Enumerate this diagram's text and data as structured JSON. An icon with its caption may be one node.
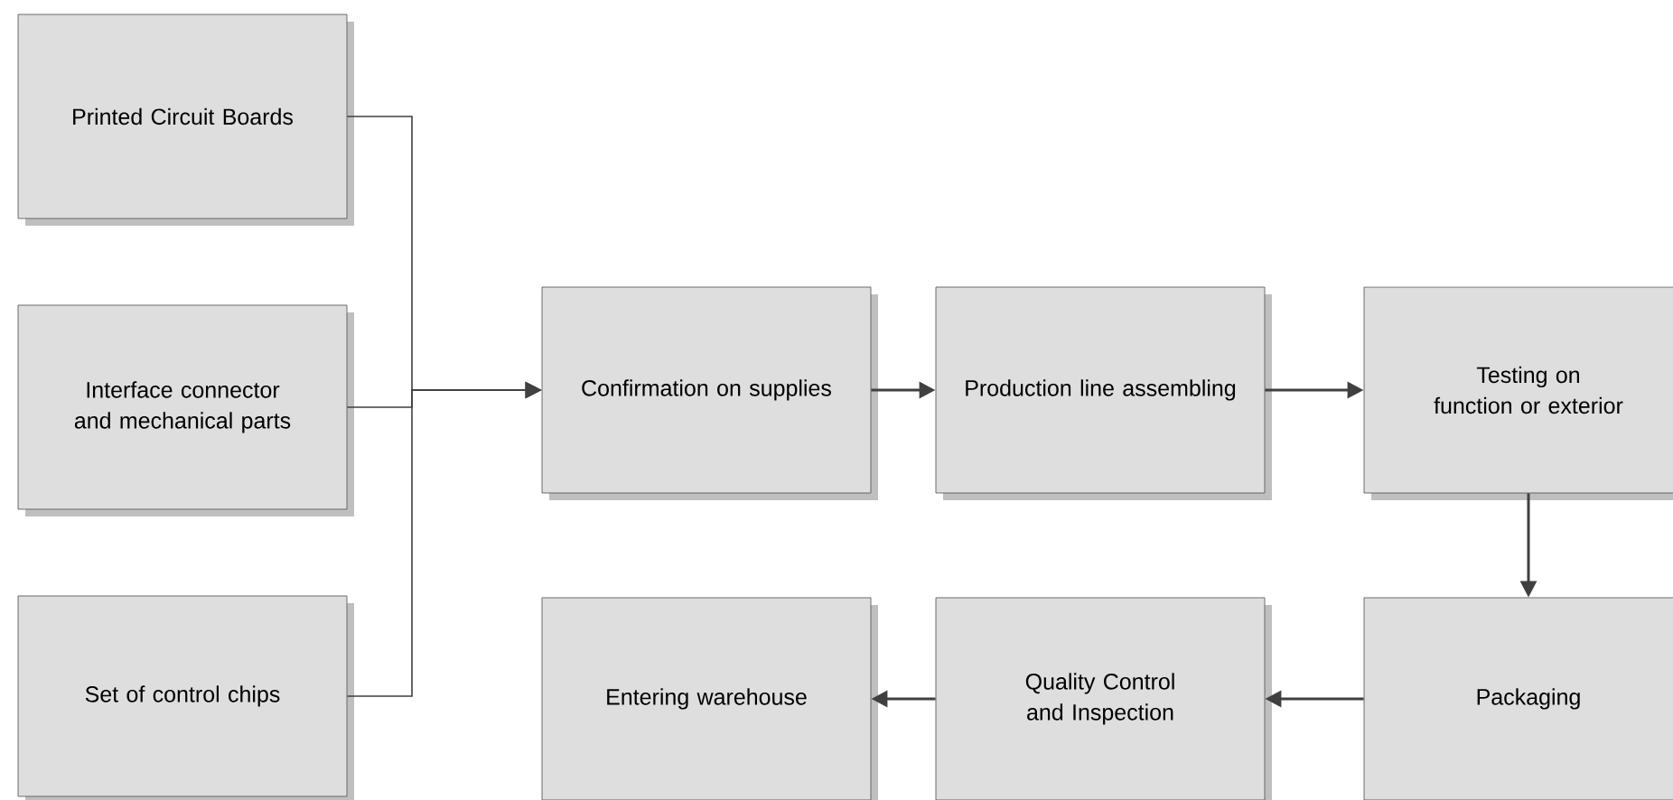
{
  "diagram": {
    "nodes": [
      {
        "text": [
          "Printed Circuit Boards"
        ]
      },
      {
        "text": [
          "Interface connector and mechanical parts"
        ]
      },
      {
        "text": [
          "Set of control chips"
        ]
      },
      {
        "text": [
          "Confirmation on supplies"
        ]
      },
      {
        "text": [
          "Production line assembling"
        ]
      },
      {
        "text": [
          "Testing on function or exterior"
        ]
      },
      {
        "text": [
          "Packaging"
        ]
      },
      {
        "text": [
          "Quality Control and Inspection"
        ]
      },
      {
        "text": [
          "Entering warehouse"
        ]
      }
    ],
    "edges": [
      {
        "from": 0,
        "to": 3,
        "arrow": "to"
      },
      {
        "from": 1,
        "to": 3,
        "arrow": "to"
      },
      {
        "from": 2,
        "to": 3,
        "arrow": "to"
      },
      {
        "from": 3,
        "to": 4,
        "arrow": "to"
      },
      {
        "from": 4,
        "to": 5,
        "arrow": "to"
      },
      {
        "from": 5,
        "to": 6,
        "arrow": "to"
      },
      {
        "from": 6,
        "to": 7,
        "arrow": "to"
      },
      {
        "from": 7,
        "to": 8,
        "arrow": "to"
      }
    ]
  }
}
